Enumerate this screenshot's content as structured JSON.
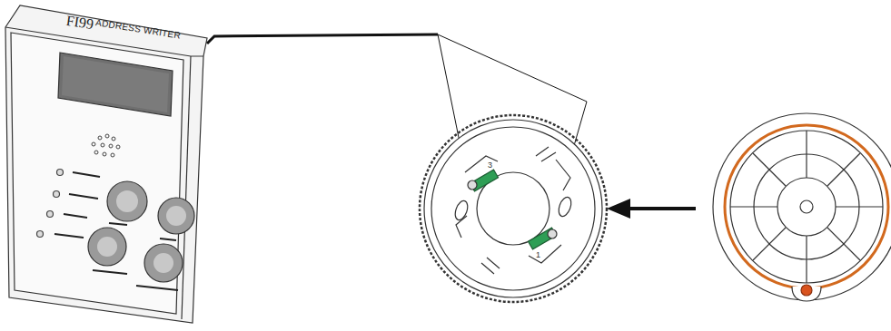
{
  "diagram": {
    "nodes": [
      {
        "text": [
          "FI99",
          "ADDRESS WRITER"
        ]
      }
    ],
    "edges": [],
    "labels": [
      "3",
      "1"
    ]
  }
}
